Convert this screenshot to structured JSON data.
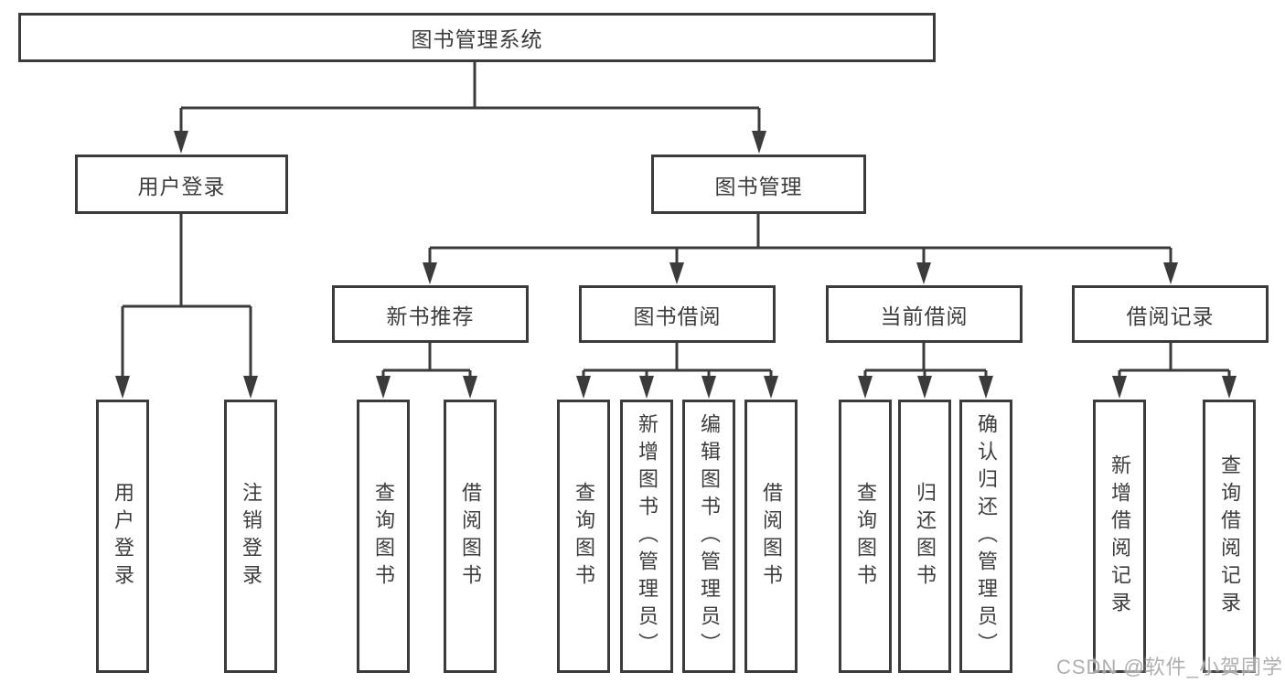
{
  "diagram": {
    "title": "图书管理系统",
    "branches": [
      {
        "label": "用户登录",
        "children": [
          {
            "label": "用户登录"
          },
          {
            "label": "注销登录"
          }
        ]
      },
      {
        "label": "图书管理",
        "children": [
          {
            "label": "新书推荐",
            "children": [
              {
                "label": "查询图书"
              },
              {
                "label": "借阅图书"
              }
            ]
          },
          {
            "label": "图书借阅",
            "children": [
              {
                "label": "查询图书"
              },
              {
                "label": "新增图书（管理员）"
              },
              {
                "label": "编辑图书（管理员）"
              },
              {
                "label": "借阅图书"
              }
            ]
          },
          {
            "label": "当前借阅",
            "children": [
              {
                "label": "查询图书"
              },
              {
                "label": "归还图书"
              },
              {
                "label": "确认归还（管理员）"
              }
            ]
          },
          {
            "label": "借阅记录",
            "children": [
              {
                "label": "新增借阅记录"
              },
              {
                "label": "查询借阅记录"
              }
            ]
          }
        ]
      }
    ],
    "watermark": "CSDN @软件_小贺同学",
    "colors": {
      "line": "#3b3b3b",
      "text": "#3d3d3d",
      "background": "#ffffff",
      "watermark": "#9e9e9e"
    }
  }
}
